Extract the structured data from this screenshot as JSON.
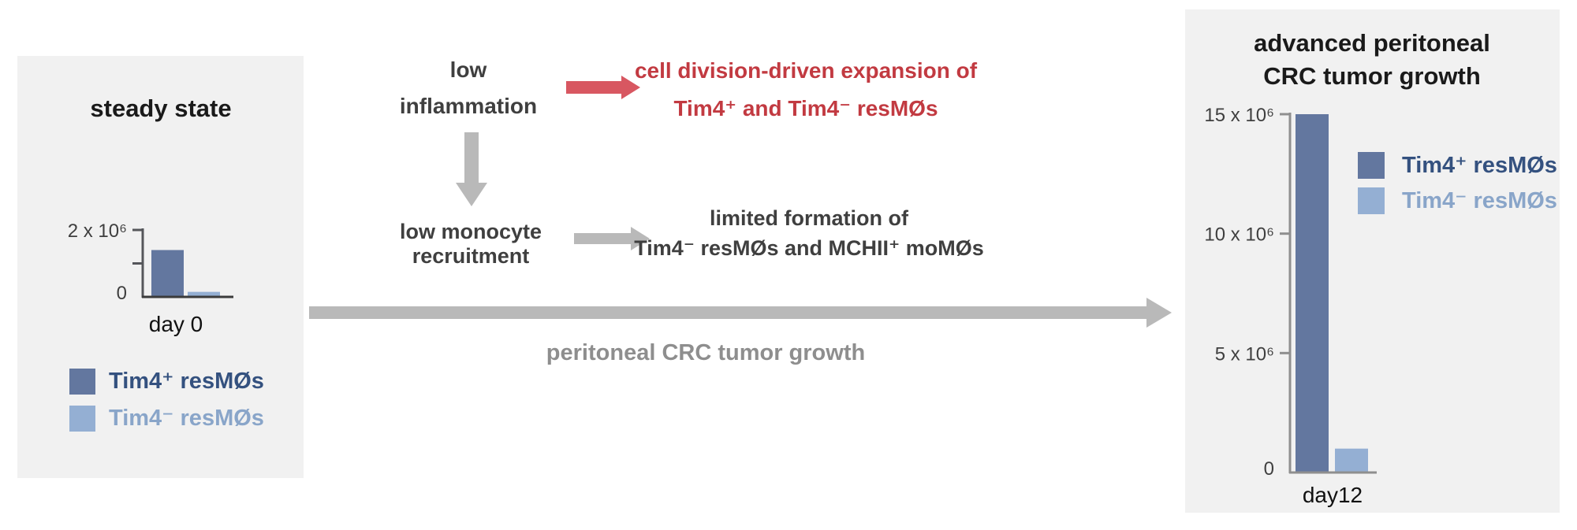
{
  "colors": {
    "panel_bg": "#f1f1f1",
    "bar_dark_blue": "#63779f",
    "bar_light_blue": "#94afd3",
    "legend_dark_text": "#34517f",
    "legend_light_text": "#89a5c9",
    "red_arrow": "#d85761",
    "red_text": "#c23a41",
    "gray_arrow": "#b9b9b9",
    "dark_text": "#3f3f3f",
    "gray_text": "#8e8e8e",
    "axis_dark": "#55565a",
    "baseline_dark": "#3b3b3b",
    "axis_gray": "#8f8f8f",
    "tick_label": "#3f3f3f",
    "xlabel_black": "#111111"
  },
  "left_panel": {
    "title": "steady state",
    "legend": [
      {
        "label": "Tim4⁺ resMØs",
        "color": "#63779f",
        "text_color": "#34517f"
      },
      {
        "label": "Tim4⁻ resMØs",
        "color": "#94afd3",
        "text_color": "#89a5c9"
      }
    ]
  },
  "flow": {
    "low_inflammation": [
      "low",
      "inflammation"
    ],
    "red_outcome": [
      "cell division-driven expansion of",
      "Tim4⁺ and Tim4⁻ resMØs"
    ],
    "low_monocyte": [
      "low monocyte",
      "recruitment"
    ],
    "gray_outcome": [
      "limited formation of",
      "Tim4⁻ resMØs and MCHII⁺ moMØs"
    ],
    "timeline_label": "peritoneal CRC tumor growth"
  },
  "right_panel": {
    "title": [
      "advanced peritoneal",
      "CRC tumor growth"
    ],
    "legend": [
      {
        "label": "Tim4⁺ resMØs",
        "color": "#63779f",
        "text_color": "#34517f"
      },
      {
        "label": "Tim4⁻ resMØs",
        "color": "#94afd3",
        "text_color": "#89a5c9"
      }
    ]
  },
  "chart_data": [
    {
      "type": "bar",
      "title": "steady state",
      "categories": [
        "Tim4⁺ resMØs",
        "Tim4⁻ resMØs"
      ],
      "values": [
        1400000,
        150000
      ],
      "xlabel": "day 0",
      "ylabel": "",
      "ylim": [
        0,
        2000000
      ],
      "yticks": [
        {
          "value": 2000000,
          "label": "2 x 10⁶"
        },
        {
          "value": 1000000,
          "label": ""
        },
        {
          "value": 0,
          "label": "0"
        }
      ],
      "bar_colors": [
        "#63779f",
        "#94afd3"
      ],
      "grid": false,
      "legend_position": "below"
    },
    {
      "type": "bar",
      "title": "advanced peritoneal CRC tumor growth",
      "categories": [
        "Tim4⁺ resMØs",
        "Tim4⁻ resMØs"
      ],
      "values": [
        15000000,
        1000000
      ],
      "xlabel": "day12",
      "ylabel": "",
      "ylim": [
        0,
        15000000
      ],
      "yticks": [
        {
          "value": 15000000,
          "label": "15 x 10⁶"
        },
        {
          "value": 10000000,
          "label": "10 x 10⁶"
        },
        {
          "value": 5000000,
          "label": "5 x 10⁶"
        },
        {
          "value": 0,
          "label": "0"
        }
      ],
      "bar_colors": [
        "#63779f",
        "#94afd3"
      ],
      "grid": false,
      "legend_position": "right"
    }
  ]
}
